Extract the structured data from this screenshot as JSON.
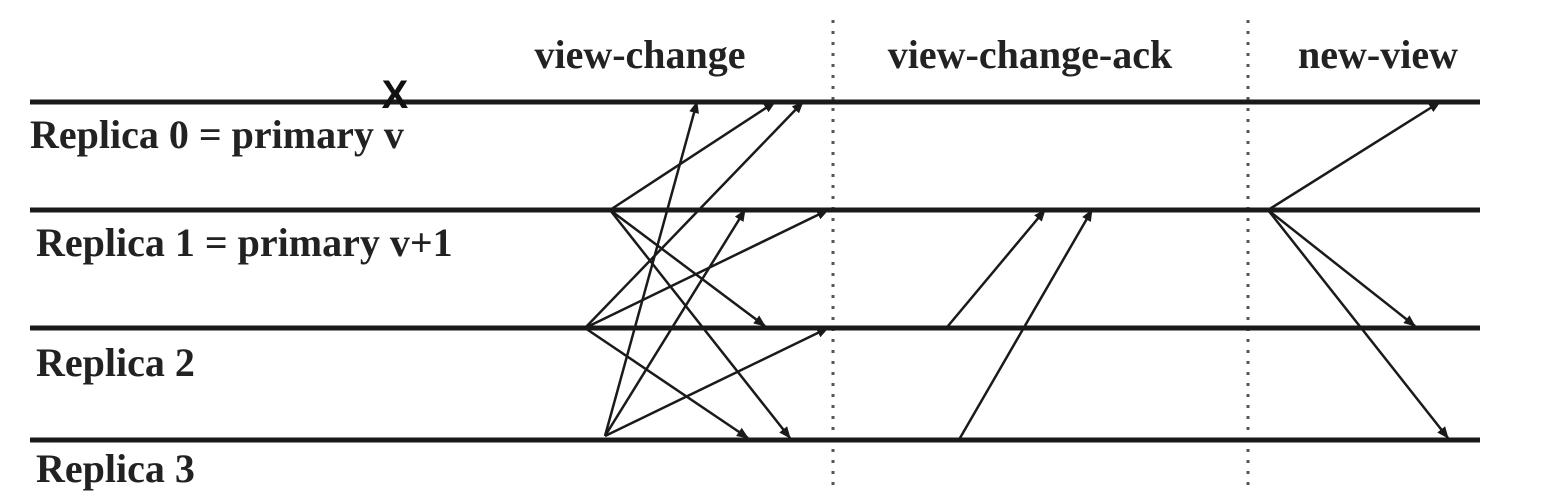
{
  "phases": [
    {
      "id": "view-change",
      "label": "view-change"
    },
    {
      "id": "view-change-ack",
      "label": "view-change-ack"
    },
    {
      "id": "new-view",
      "label": "new-view"
    }
  ],
  "replicas": [
    {
      "id": 0,
      "label": "Replica 0 = primary v",
      "crashed": true
    },
    {
      "id": 1,
      "label": "Replica 1 = primary v+1",
      "crashed": false
    },
    {
      "id": 2,
      "label": "Replica 2",
      "crashed": false
    },
    {
      "id": 3,
      "label": "Replica 3",
      "crashed": false
    }
  ],
  "crash_marker": "X",
  "messages": [
    {
      "phase": "view-change",
      "from": 1,
      "to": 0
    },
    {
      "phase": "view-change",
      "from": 1,
      "to": 2
    },
    {
      "phase": "view-change",
      "from": 1,
      "to": 3
    },
    {
      "phase": "view-change",
      "from": 2,
      "to": 0
    },
    {
      "phase": "view-change",
      "from": 2,
      "to": 1
    },
    {
      "phase": "view-change",
      "from": 2,
      "to": 3
    },
    {
      "phase": "view-change",
      "from": 3,
      "to": 0
    },
    {
      "phase": "view-change",
      "from": 3,
      "to": 1
    },
    {
      "phase": "view-change",
      "from": 3,
      "to": 2
    },
    {
      "phase": "view-change-ack",
      "from": 2,
      "to": 1
    },
    {
      "phase": "view-change-ack",
      "from": 3,
      "to": 1
    },
    {
      "phase": "new-view",
      "from": 1,
      "to": 0
    },
    {
      "phase": "new-view",
      "from": 1,
      "to": 2
    },
    {
      "phase": "new-view",
      "from": 1,
      "to": 3
    }
  ]
}
